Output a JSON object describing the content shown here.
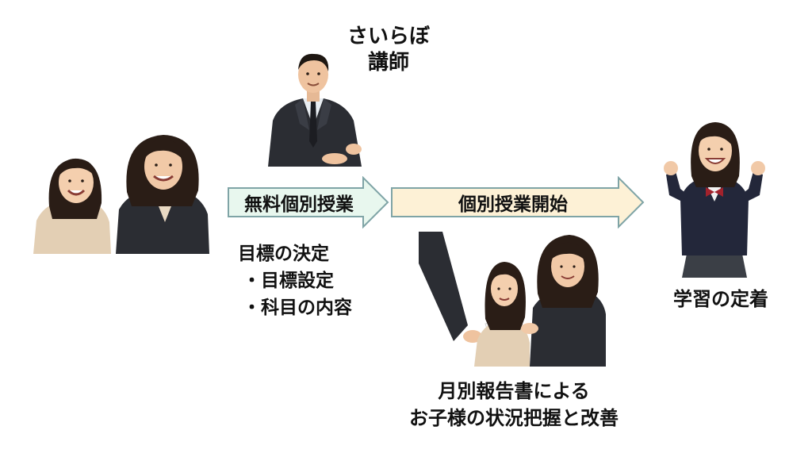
{
  "teacher": {
    "name": "さいらぼ",
    "role": "講師"
  },
  "steps": {
    "trial": "無料個別授業",
    "lesson": "個別授業開始"
  },
  "goals": {
    "title": "目標の決定",
    "items": [
      "・目標設定",
      "・科目の内容"
    ]
  },
  "report": {
    "line1": "月別報告書による",
    "line2": "お子様の状況把握と改善"
  },
  "outcome": "学習の定着",
  "colors": {
    "trial_fill": "#e8f7ee",
    "lesson_fill": "#fdf1d6",
    "arrow_stroke": "#7fa4a6",
    "suit": "#2b2d33",
    "cardigan": "#e3cfb4",
    "skin": "#f1c9a7",
    "hair": "#2a1d16",
    "ribbon": "#a2222c"
  }
}
